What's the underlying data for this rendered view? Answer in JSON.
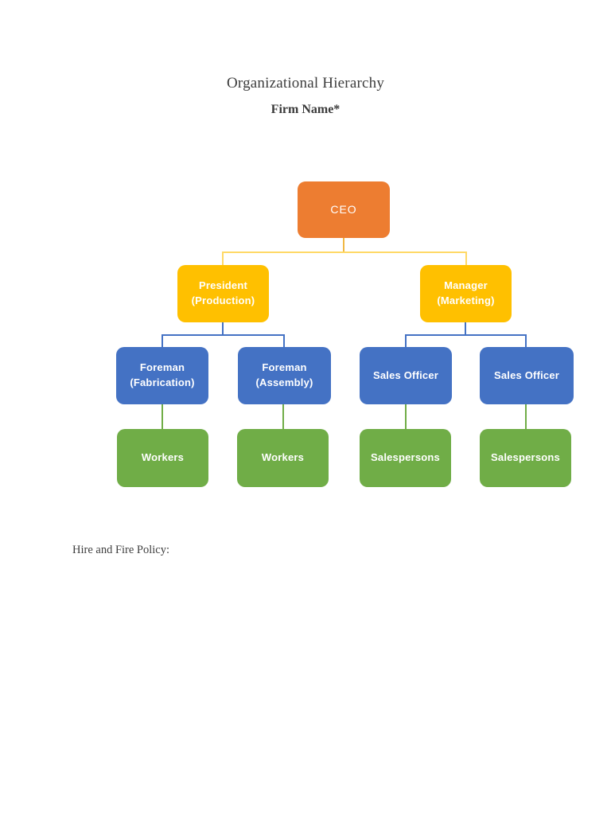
{
  "document": {
    "title": "Organizational Hierarchy",
    "subtitle": "Firm Name*",
    "section_label": "Hire and Fire Policy:"
  },
  "org_chart": {
    "type": "org-hierarchy",
    "text_color": "#FFFFFF",
    "nodes": [
      {
        "id": "ceo",
        "label": "CEO",
        "level": 1,
        "parent": null,
        "color": "#ED7D31"
      },
      {
        "id": "president-production",
        "label": "President (Production)",
        "level": 2,
        "parent": "ceo",
        "color": "#FFC000"
      },
      {
        "id": "manager-marketing",
        "label": "Manager (Marketing)",
        "level": 2,
        "parent": "ceo",
        "color": "#FFC000"
      },
      {
        "id": "foreman-fabrication",
        "label": "Foreman (Fabrication)",
        "level": 3,
        "parent": "president-production",
        "color": "#4472C4"
      },
      {
        "id": "foreman-assembly",
        "label": "Foreman (Assembly)",
        "level": 3,
        "parent": "president-production",
        "color": "#4472C4"
      },
      {
        "id": "sales-officer-1",
        "label": "Sales Officer",
        "level": 3,
        "parent": "manager-marketing",
        "color": "#4472C4"
      },
      {
        "id": "sales-officer-2",
        "label": "Sales Officer",
        "level": 3,
        "parent": "manager-marketing",
        "color": "#4472C4"
      },
      {
        "id": "workers-1",
        "label": "Workers",
        "level": 4,
        "parent": "foreman-fabrication",
        "color": "#70AD47"
      },
      {
        "id": "workers-2",
        "label": "Workers",
        "level": 4,
        "parent": "foreman-assembly",
        "color": "#70AD47"
      },
      {
        "id": "salespersons-1",
        "label": "Salespersons",
        "level": 4,
        "parent": "sales-officer-1",
        "color": "#70AD47"
      },
      {
        "id": "salespersons-2",
        "label": "Salespersons",
        "level": 4,
        "parent": "sales-officer-2",
        "color": "#70AD47"
      }
    ],
    "connector_colors": {
      "gold_stub": "#F0B844",
      "gold_light": "#FFD966",
      "blue": "#4472C4",
      "green": "#70AD47"
    }
  }
}
